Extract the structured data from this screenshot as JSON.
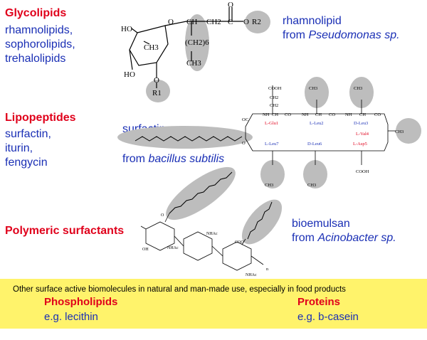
{
  "glycolipids": {
    "title": "Glycolipids",
    "examples": [
      "rhamnolipids,",
      "sophorolipids,",
      "trehalolipids"
    ],
    "caption_line1": "rhamnolipid",
    "caption_line2_prefix": "from ",
    "caption_line2_italic": "Pseudomonas sp."
  },
  "lipopeptides": {
    "title": "Lipopeptides",
    "examples": [
      "surfactin,",
      "iturin,",
      "fengycin"
    ],
    "caption_line1": "surfactin",
    "caption_line2_prefix": "from ",
    "caption_line2_italic": "bacillus subtilis"
  },
  "polymeric": {
    "title": "Polymeric surfactants",
    "caption_line1": "bioemulsan",
    "caption_line2_prefix": "from ",
    "caption_line2_italic": "Acinobacter sp."
  },
  "bottom": {
    "note": "Other surface active biomolecules in natural and man-made use, especially in food products",
    "phospholipids_title": "Phospholipids",
    "phospholipids_example": "e.g. lecithin",
    "proteins_title": "Proteins",
    "proteins_example": "e.g. b-casein",
    "background_color": "#fff36b"
  },
  "rhamnolipid_structure": {
    "labels": [
      "O",
      "CH",
      "CH2",
      "C",
      "O",
      "O",
      "R2",
      "HO",
      "CH3",
      "(CH2)6",
      "CH3",
      "HO",
      "O",
      "R1"
    ]
  },
  "surfactin_structure": {
    "residues": [
      "L-Glu1",
      "L-Leu2",
      "D-Leu3",
      "L-Val4",
      "L-Asp5",
      "D-Leu6",
      "L-Leu7"
    ],
    "groups": [
      "COOH",
      "CH2",
      "CH",
      "CO",
      "NH",
      "CH3",
      "COOH",
      "OC",
      "O"
    ]
  },
  "bioemulsan_structure": {
    "labels": [
      "NHAc",
      "NHAc",
      "NHAc",
      "O",
      "OH",
      "COO",
      "n"
    ]
  },
  "colors": {
    "category_red": "#e0001b",
    "text_blue": "#1a2fb5",
    "shading_grey": "#bdbdbd"
  }
}
